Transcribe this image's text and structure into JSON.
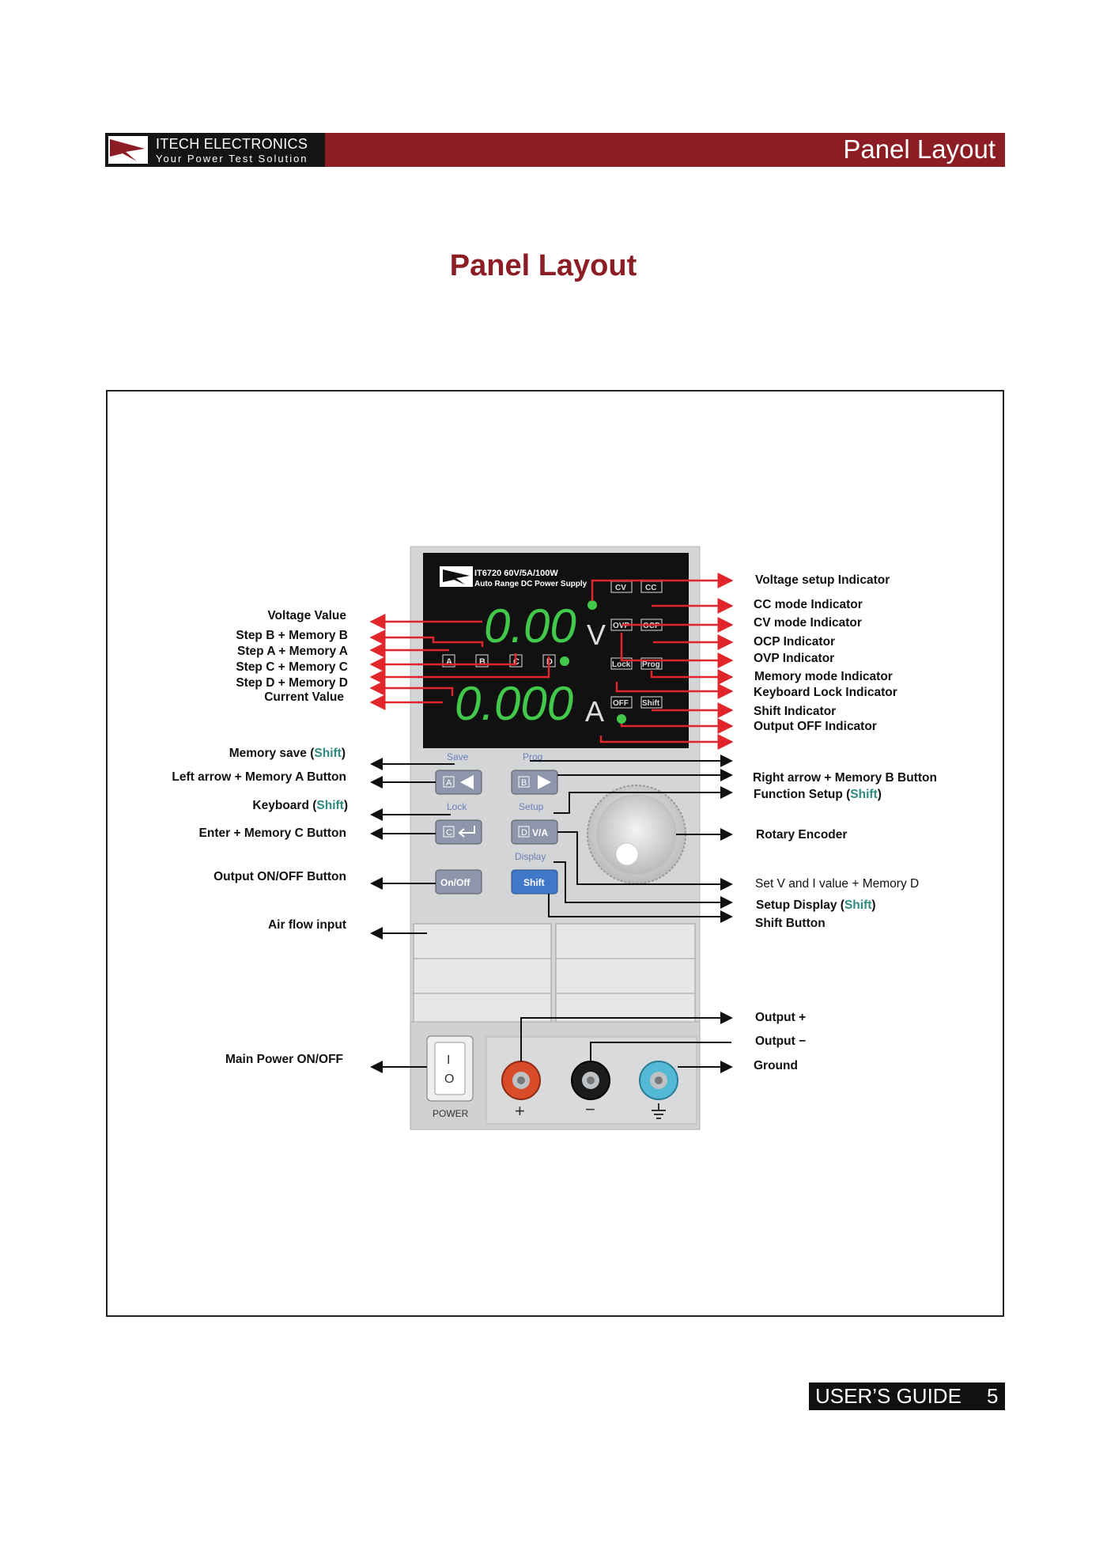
{
  "header": {
    "brand_name": "ITECH ELECTRONICS",
    "brand_tagline": "Your  Power  Test  Solution",
    "section_title": "Panel Layout",
    "bar_color": "#8c1d24"
  },
  "page_title": "Panel Layout",
  "device": {
    "model_line": "IT6720  60V/5A/100W",
    "model_sub": "Auto Range DC Power Supply",
    "brand_badge": "ITECH",
    "voltage_reading": "0.00",
    "voltage_unit": "V",
    "current_reading": "0.000",
    "current_unit": "A",
    "memory_keys": [
      "A",
      "B",
      "C",
      "D"
    ],
    "indicators": {
      "cv": "CV",
      "cc": "CC",
      "ovp": "OVP",
      "ocp": "OCP",
      "lock": "Lock",
      "prog": "Prog",
      "off": "OFF",
      "shift": "Shift"
    },
    "buttons": {
      "save_label": "Save",
      "prog_label": "Prog",
      "lock_label": "Lock",
      "setup_label": "Setup",
      "display_label": "Display",
      "left_key_letter": "A",
      "right_key_letter": "B",
      "enter_key_letter": "C",
      "va_key_letter": "D",
      "va_key_text": "V/A",
      "onoff": "On/Off",
      "shift": "Shift"
    },
    "power_label": "POWER",
    "power_switch_on": "I",
    "power_switch_off": "O",
    "terminal_symbols": {
      "plus": "+",
      "minus": "−"
    },
    "display_color": "#42c84a"
  },
  "left_labels": {
    "voltage_value": "Voltage Value",
    "step_b": "Step B + Memory B",
    "step_a": "Step A + Memory A",
    "step_c": "Step C + Memory C",
    "step_d": "Step D + Memory D",
    "current_value": "Current Value",
    "memory_save": "Memory save (",
    "memory_save_shift": "Shift",
    "memory_save_end": ")",
    "left_arrow": "Left arrow + Memory A Button",
    "keyboard": "Keyboard (",
    "keyboard_shift": "Shift",
    "keyboard_end": ")",
    "enter": "Enter + Memory C Button",
    "output_onoff": "Output ON/OFF Button",
    "air_flow": "Air flow input",
    "main_power": "Main Power ON/OFF"
  },
  "right_labels": {
    "voltage_setup": "Voltage setup Indicator",
    "cc_mode": "CC mode Indicator",
    "cv_mode": "CV mode Indicator",
    "ocp": "OCP Indicator",
    "ovp": "OVP Indicator",
    "memory_mode": "Memory mode Indicator",
    "keyboard_lock": "Keyboard Lock Indicator",
    "shift_ind": "Shift Indicator",
    "output_off": "Output OFF Indicator",
    "right_arrow": "Right arrow + Memory B Button",
    "function_setup": "Function Setup (",
    "function_setup_shift": "Shift",
    "function_setup_end": ")",
    "rotary": "Rotary Encoder",
    "set_vi": "Set V and I value + Memory D",
    "setup_display": "Setup Display (",
    "setup_display_shift": "Shift",
    "setup_display_end": ")",
    "shift_button": "Shift Button",
    "output_plus": "Output +",
    "output_minus": "Output −",
    "ground": "Ground"
  },
  "footer": {
    "guide": "USER’S GUIDE",
    "page_number": "5"
  },
  "colors": {
    "arrow_red": "#e0252b",
    "arrow_black": "#111111",
    "shift_text": "#2e8b80"
  }
}
